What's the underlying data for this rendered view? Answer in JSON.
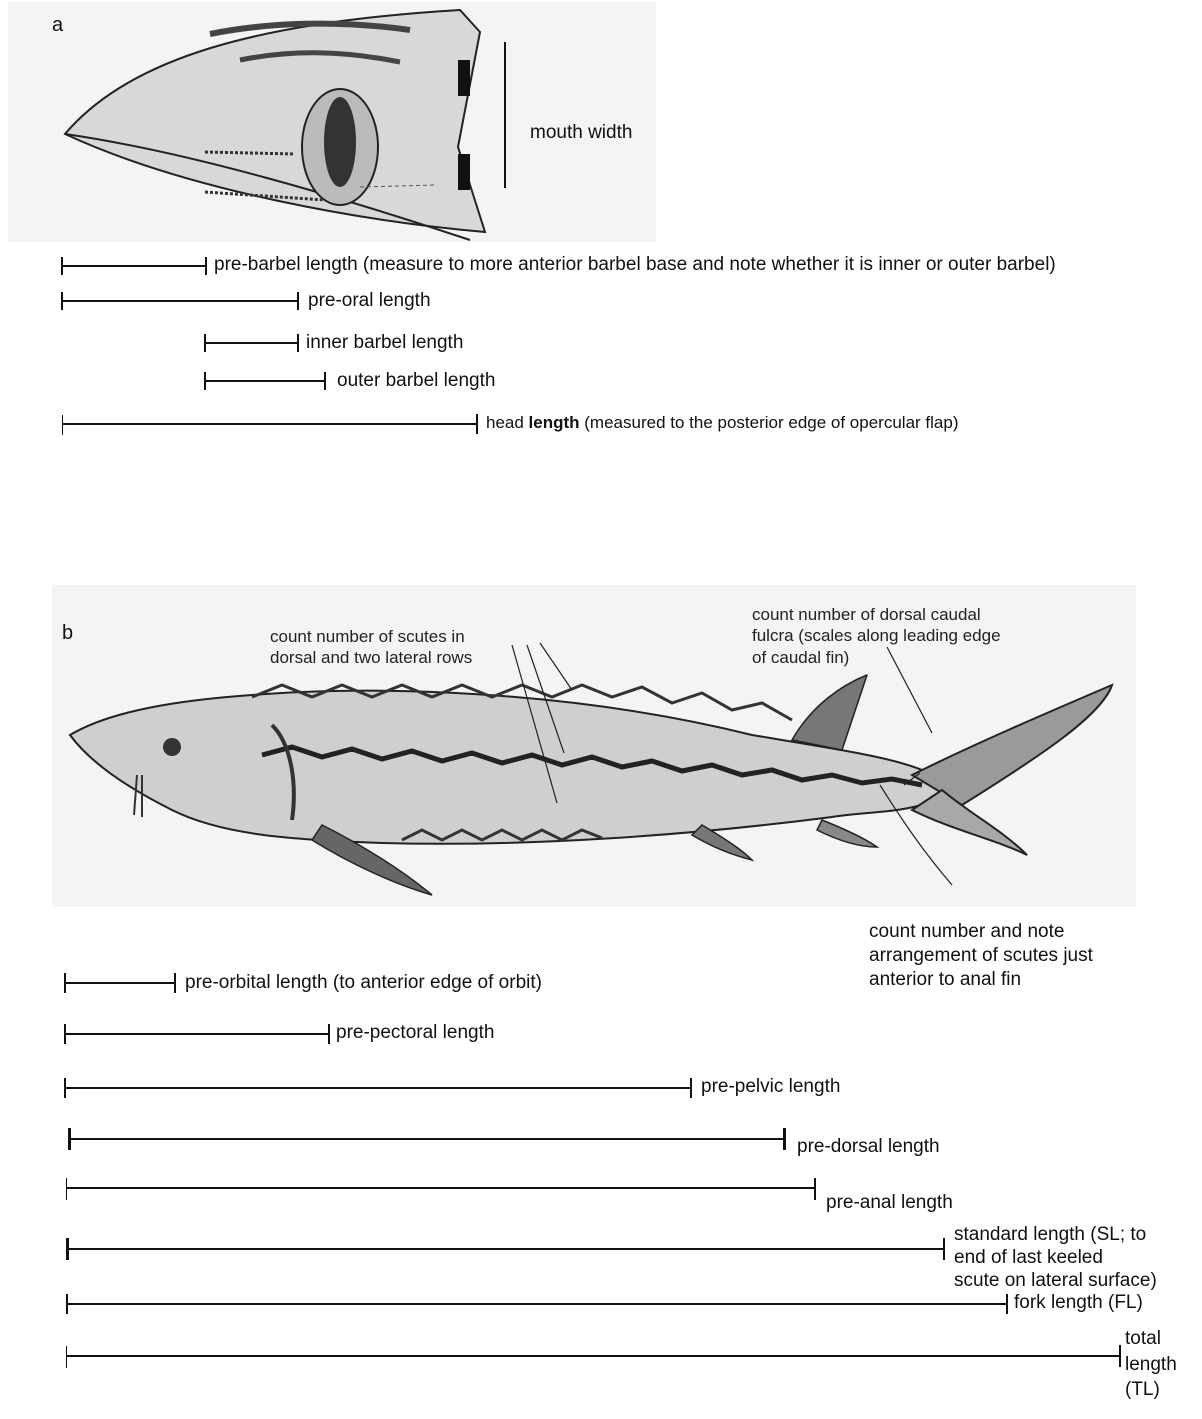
{
  "panel_a": {
    "letter": "a",
    "mouth_width_label": "mouth width",
    "measurements": [
      {
        "label": "pre-barbel length (measure to more anterior barbel base and note whether it is inner or outer barbel)"
      },
      {
        "label": "pre-oral length"
      },
      {
        "label": "inner barbel length"
      },
      {
        "label": "outer barbel length"
      },
      {
        "label_prefix": "head ",
        "label_bold": "length",
        "label_suffix": " (measured to the posterior edge of opercular flap)"
      }
    ]
  },
  "panel_b": {
    "letter": "b",
    "annotations": {
      "scutes": "count number of scutes in\ndorsal and two lateral rows",
      "fulcra": "count number of dorsal caudal\nfulcra (scales along leading edge\nof caudal fin)",
      "anal_scutes": "count number and note\narrangement of scutes just\nanterior to anal fin"
    },
    "measurements": [
      {
        "label": "pre-orbital length (to anterior edge of orbit)"
      },
      {
        "label": "pre-pectoral length"
      },
      {
        "label": "pre-pelvic length"
      },
      {
        "label": "pre-dorsal length"
      },
      {
        "label": "pre-anal length"
      },
      {
        "label": "standard length (SL; to\nend of last keeled\nscute on lateral surface)"
      },
      {
        "label": "fork length (FL)"
      },
      {
        "label": "total\nlength\n(TL)"
      }
    ]
  }
}
